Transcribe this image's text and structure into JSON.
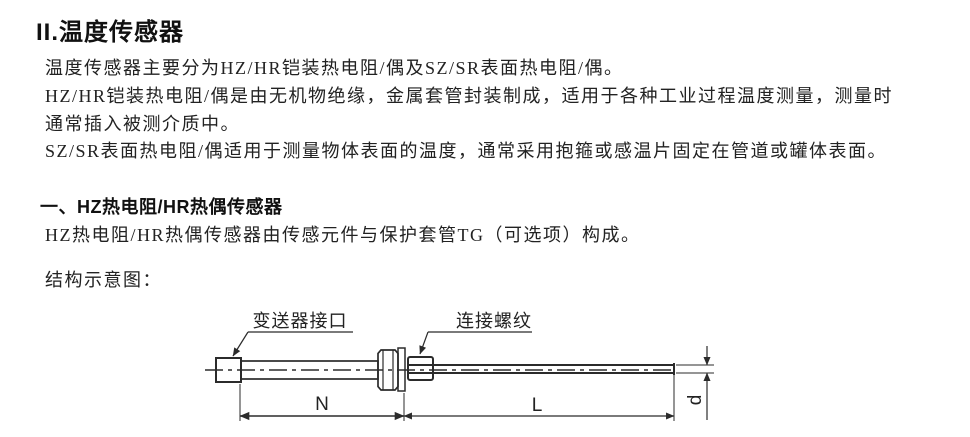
{
  "page": {
    "background": "#ffffff",
    "text_color": "#222222",
    "line_color": "#2b2b2b"
  },
  "title": "II.温度传感器",
  "intro": {
    "lines": [
      "温度传感器主要分为HZ/HR铠装热电阻/偶及SZ/SR表面热电阻/偶。",
      "HZ/HR铠装热电阻/偶是由无机物绝缘，金属套管封装制成，适用于各种工业过程温度测量，测量时",
      "通常插入被测介质中。",
      "SZ/SR表面热电阻/偶适用于测量物体表面的温度，通常采用抱箍或感温片固定在管道或罐体表面。"
    ]
  },
  "section": {
    "heading": "一、HZ热电阻/HR热偶传感器",
    "body": "HZ热电阻/HR热偶传感器由传感元件与保护套管TG（可选项）构成。",
    "diagram_caption": "结构示意图："
  },
  "diagram": {
    "label_transmitter_port": "变送器接口",
    "label_connection_thread": "连接螺纹",
    "dim_n": "N",
    "dim_l": "L",
    "dim_d": "d"
  }
}
